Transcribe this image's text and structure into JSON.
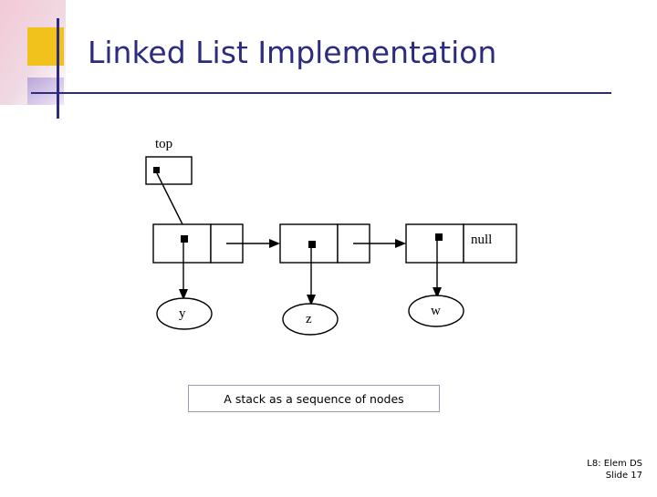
{
  "slide": {
    "title": "Linked List Implementation",
    "caption": "A stack as a sequence of nodes",
    "footer_line1": "L8: Elem DS",
    "footer_line2": "Slide 17",
    "accent_color": "#2b2b80"
  },
  "diagram": {
    "labels": {
      "top": "top",
      "null": "null",
      "node1": "y",
      "node2": "z",
      "node3": "w"
    }
  }
}
